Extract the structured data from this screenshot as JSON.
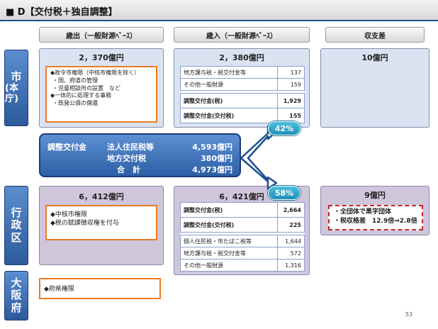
{
  "header": {
    "title": "■ D【交付税＋独自調整】"
  },
  "columns": {
    "expenditure": "歳出（一般財源ﾍﾞｰｽ）",
    "revenue": "歳入（一般財源ﾍﾞｰｽ）",
    "balance": "収支差"
  },
  "rows": {
    "city": [
      "市",
      "(本庁)"
    ],
    "ward": [
      "行",
      "政",
      "区"
    ],
    "prefecture": [
      "大",
      "阪",
      "府"
    ]
  },
  "city": {
    "expenditure": {
      "total": "2，370億円",
      "notes": [
        "◆政令市権限（中核市権限を除く）",
        "・国、府道の管理",
        "・児童相談所の設置　など",
        "◆一体的に処理する事務",
        "・既発公債の償還"
      ]
    },
    "revenue": {
      "total": "2，380億円",
      "items": [
        {
          "label": "地方譲与税・税交付金等",
          "value": "137"
        },
        {
          "label": "その他一般財源",
          "value": "159"
        }
      ],
      "bold_items": [
        {
          "label": "調整交付金(税)",
          "value": "1,929"
        },
        {
          "label": "調整交付金(交付税)",
          "value": "155"
        }
      ]
    },
    "balance": "10億円"
  },
  "ratios": {
    "upper": "42%",
    "lower": "58%"
  },
  "grant": {
    "heading": "調整交付金",
    "lines": [
      {
        "label": "法人住民税等",
        "value": "4,593億円"
      },
      {
        "label": "地方交付税",
        "value": "380億円"
      },
      {
        "label": "合　計",
        "value": "4,973億円"
      }
    ]
  },
  "ward": {
    "expenditure": {
      "total": "6，412億円",
      "notes": [
        "◆中核市権限",
        "◆税の賦課徴収権を付与"
      ]
    },
    "revenue": {
      "total": "6，421億円",
      "bold_items": [
        {
          "label": "調整交付金(税)",
          "value": "2,664"
        },
        {
          "label": "調整交付金(交付税)",
          "value": "225"
        }
      ],
      "items": [
        {
          "label": "個人住民税・市たばこ税等",
          "value": "1,644"
        },
        {
          "label": "地方譲与税・税交付金等",
          "value": "572"
        },
        {
          "label": "その他一般財源",
          "value": "1,316"
        }
      ]
    },
    "balance": "9億円",
    "balance_notes": [
      "・全団体で黒字団体",
      "・税収格差　12.9倍⇒2.8倍"
    ]
  },
  "prefecture": {
    "notes": [
      "◆府県権限"
    ]
  },
  "page_number": "53",
  "colors": {
    "accent": "#1f4e91",
    "orange": "#ee7b22",
    "red": "#c8252c"
  }
}
